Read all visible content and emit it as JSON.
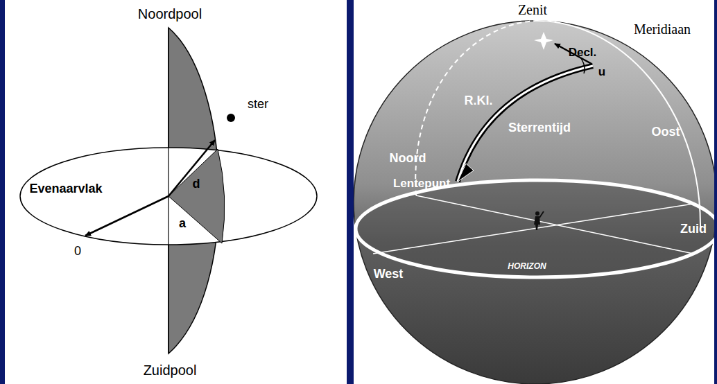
{
  "diagram": {
    "labels": [
      "Noordpool",
      "ster",
      "Evenaarvlak",
      "d",
      "a",
      "0",
      "Zuidpool",
      "Zenit",
      "Meridiaan",
      "Decl.",
      "u",
      "R.Kl.",
      "Sterrentijd",
      "Oost",
      "Noord",
      "Lentepunt",
      "West",
      "Zuid",
      "HORIZON"
    ]
  }
}
